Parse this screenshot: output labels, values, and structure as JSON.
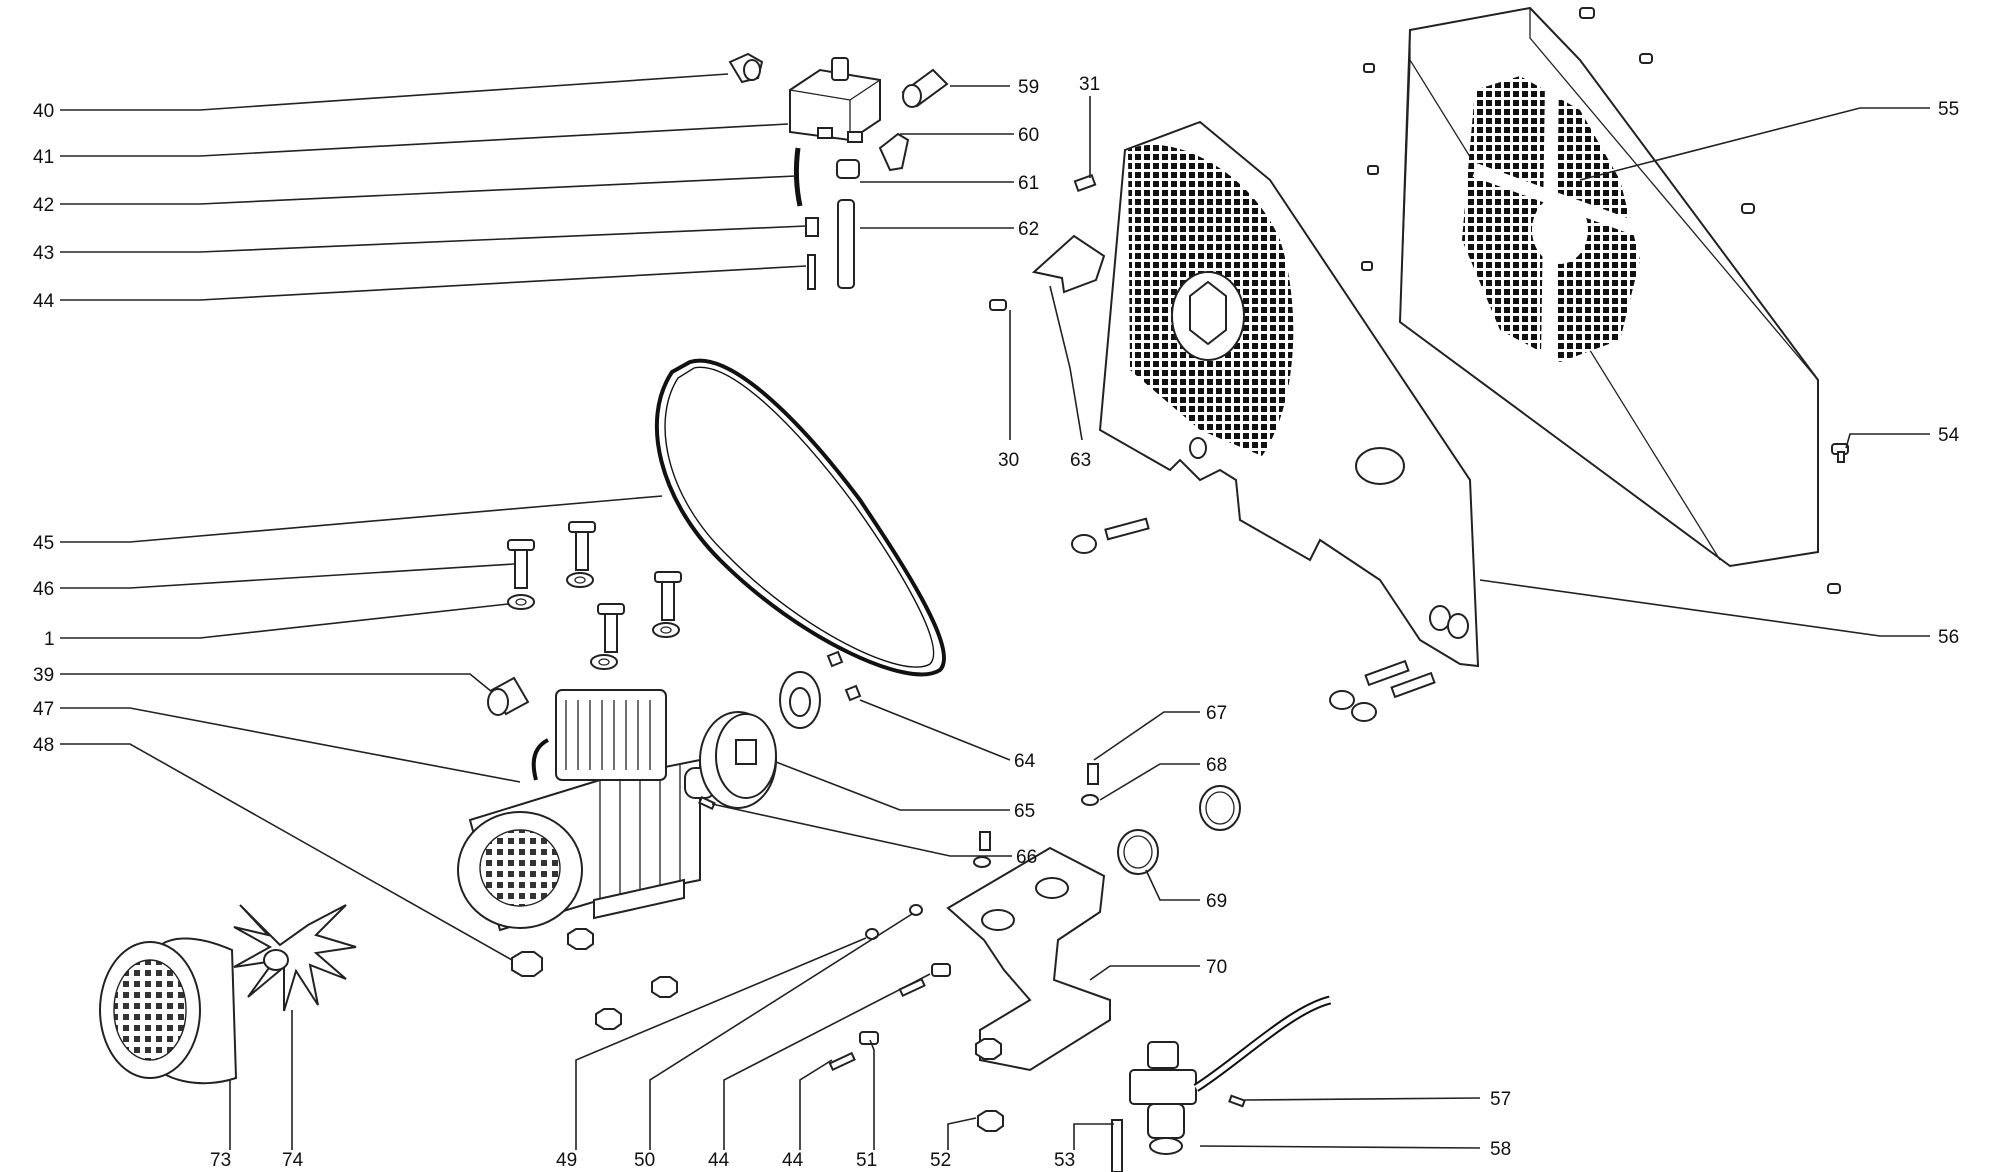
{
  "diagram": {
    "labels": {
      "l40": "40",
      "l41": "41",
      "l42": "42",
      "l43": "43",
      "l44a": "44",
      "l45": "45",
      "l46": "46",
      "l1": "1",
      "l39": "39",
      "l47": "47",
      "l48": "48",
      "l59": "59",
      "l60": "60",
      "l61": "61",
      "l62": "62",
      "l31": "31",
      "l30": "30",
      "l63": "63",
      "l55": "55",
      "l54": "54",
      "l56": "56",
      "l64": "64",
      "l65": "65",
      "l66": "66",
      "l67": "67",
      "l68": "68",
      "l69": "69",
      "l70": "70",
      "l57": "57",
      "l58": "58",
      "l73": "73",
      "l74": "74",
      "l49": "49",
      "l50": "50",
      "l44b": "44",
      "l44c": "44",
      "l51": "51",
      "l52": "52",
      "l53": "53"
    }
  }
}
